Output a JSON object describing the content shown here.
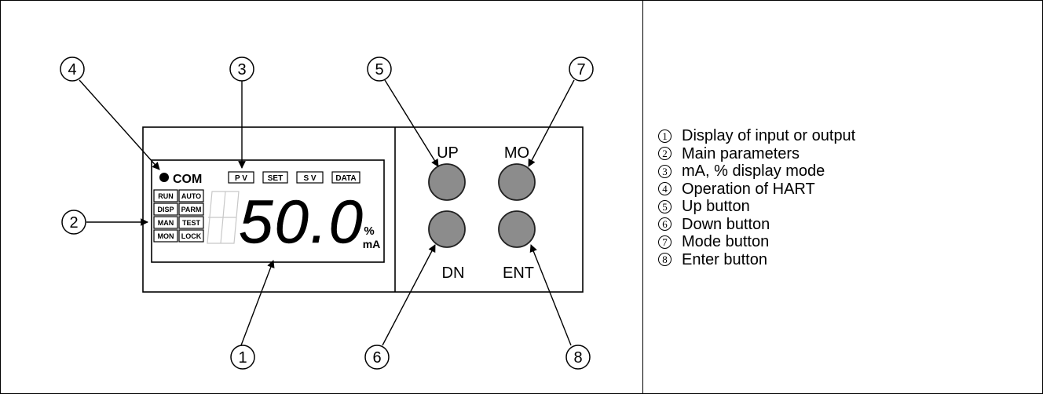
{
  "device": {
    "com_label": "COM",
    "mode_tags": [
      "P V",
      "SET",
      "S V",
      "DATA"
    ],
    "param_tags": [
      [
        "RUN",
        "AUTO"
      ],
      [
        "DISP",
        "PARM"
      ],
      [
        "MAN",
        "TEST"
      ],
      [
        "MON",
        "LOCK"
      ]
    ],
    "display_value": "50.0",
    "unit_percent": "%",
    "unit_ma": "mA",
    "buttons": {
      "up": "UP",
      "mode": "MO",
      "down": "DN",
      "enter": "ENT"
    }
  },
  "callouts": {
    "c1": "1",
    "c2": "2",
    "c3": "3",
    "c4": "4",
    "c5": "5",
    "c6": "6",
    "c7": "7",
    "c8": "8"
  },
  "legend": [
    {
      "num": "1",
      "text": "Display of input or output"
    },
    {
      "num": "2",
      "text": "Main parameters"
    },
    {
      "num": "3",
      "text": "mA, % display mode"
    },
    {
      "num": "4",
      "text": "Operation of HART"
    },
    {
      "num": "5",
      "text": "Up button"
    },
    {
      "num": "6",
      "text": "Down button"
    },
    {
      "num": "7",
      "text": "Mode button"
    },
    {
      "num": "8",
      "text": "Enter button"
    }
  ]
}
